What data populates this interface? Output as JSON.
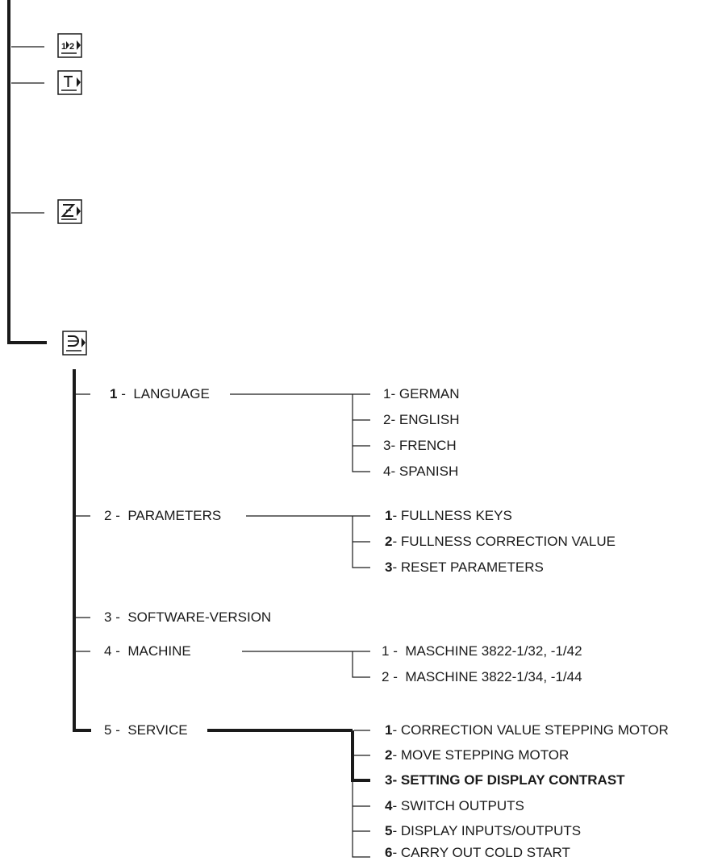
{
  "icons": [
    {
      "name": "step-12-icon",
      "glyph": "1▸2"
    },
    {
      "name": "t-menu-icon",
      "glyph": "T"
    },
    {
      "name": "z-menu-icon",
      "glyph": "Z"
    },
    {
      "name": "service-menu-icon",
      "glyph": "⊇"
    }
  ],
  "menu": [
    {
      "num": "1",
      "sep": " -  ",
      "label": "LANGUAGE",
      "children": [
        {
          "num": "1",
          "sep": "- ",
          "label": "GERMAN"
        },
        {
          "num": "2",
          "sep": "- ",
          "label": "ENGLISH"
        },
        {
          "num": "3",
          "sep": "- ",
          "label": "FRENCH"
        },
        {
          "num": "4",
          "sep": "- ",
          "label": "SPANISH"
        }
      ]
    },
    {
      "num": "2",
      "sep": " -  ",
      "label": "PARAMETERS",
      "children": [
        {
          "num": "1",
          "sep": "- ",
          "label": "FULLNESS KEYS"
        },
        {
          "num": "2",
          "sep": "- ",
          "label": "FULLNESS CORRECTION VALUE"
        },
        {
          "num": "3",
          "sep": "- ",
          "label": "RESET PARAMETERS"
        }
      ]
    },
    {
      "num": "3",
      "sep": " -  ",
      "label": "SOFTWARE-VERSION",
      "children": []
    },
    {
      "num": "4",
      "sep": " -  ",
      "label": "MACHINE",
      "children": [
        {
          "num": "1",
          "sep": " -  ",
          "label": "MASCHINE 3822-1/32, -1/42"
        },
        {
          "num": "2",
          "sep": " -  ",
          "label": "MASCHINE 3822-1/34, -1/44"
        }
      ]
    },
    {
      "num": "5",
      "sep": " -  ",
      "label": "SERVICE",
      "children": [
        {
          "num": "1",
          "sep": "- ",
          "label": "CORRECTION VALUE STEPPING MOTOR"
        },
        {
          "num": "2",
          "sep": "- ",
          "label": "MOVE STEPPING  MOTOR"
        },
        {
          "num": "3",
          "sep": "- ",
          "label": "SETTING OF DISPLAY CONTRAST"
        },
        {
          "num": "4",
          "sep": "- ",
          "label": "SWITCH OUTPUTS"
        },
        {
          "num": "5",
          "sep": "- ",
          "label": "DISPLAY INPUTS/OUTPUTS"
        },
        {
          "num": "6",
          "sep": "- ",
          "label": "CARRY OUT COLD START"
        }
      ]
    }
  ]
}
